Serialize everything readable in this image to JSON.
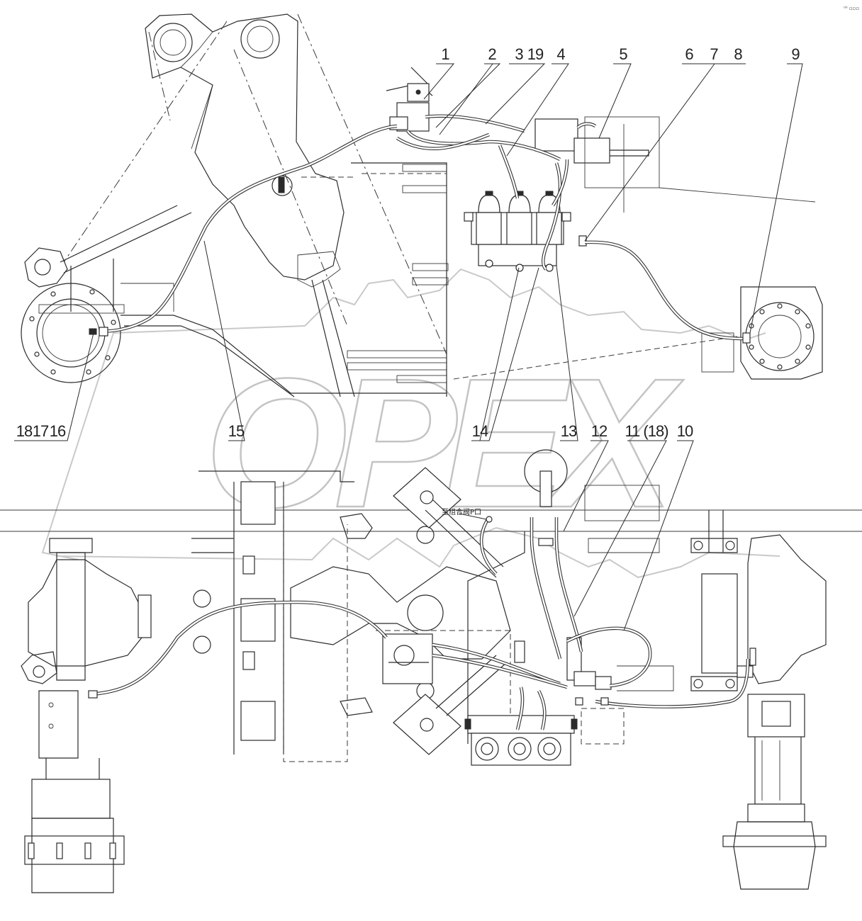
{
  "corner_mark": "⁰⁰ ▫▫▫",
  "watermark": {
    "text": "OPEX"
  },
  "note": {
    "text": "至组合阀P口"
  },
  "callouts": [
    {
      "id": "c1",
      "label": "1"
    },
    {
      "id": "c2",
      "label": "2"
    },
    {
      "id": "c3",
      "label": "3"
    },
    {
      "id": "c19",
      "label": "19"
    },
    {
      "id": "c4",
      "label": "4"
    },
    {
      "id": "c5",
      "label": "5"
    },
    {
      "id": "c6",
      "label": "6"
    },
    {
      "id": "c7",
      "label": "7"
    },
    {
      "id": "c8",
      "label": "8"
    },
    {
      "id": "c9",
      "label": "9"
    },
    {
      "id": "c18",
      "label": "18"
    },
    {
      "id": "c17",
      "label": "17"
    },
    {
      "id": "c16",
      "label": "16"
    },
    {
      "id": "c15",
      "label": "15"
    },
    {
      "id": "c14",
      "label": "14"
    },
    {
      "id": "c13",
      "label": "13"
    },
    {
      "id": "c12",
      "label": "12"
    },
    {
      "id": "c11",
      "label": "11 (18)"
    },
    {
      "id": "c10",
      "label": "10"
    }
  ]
}
